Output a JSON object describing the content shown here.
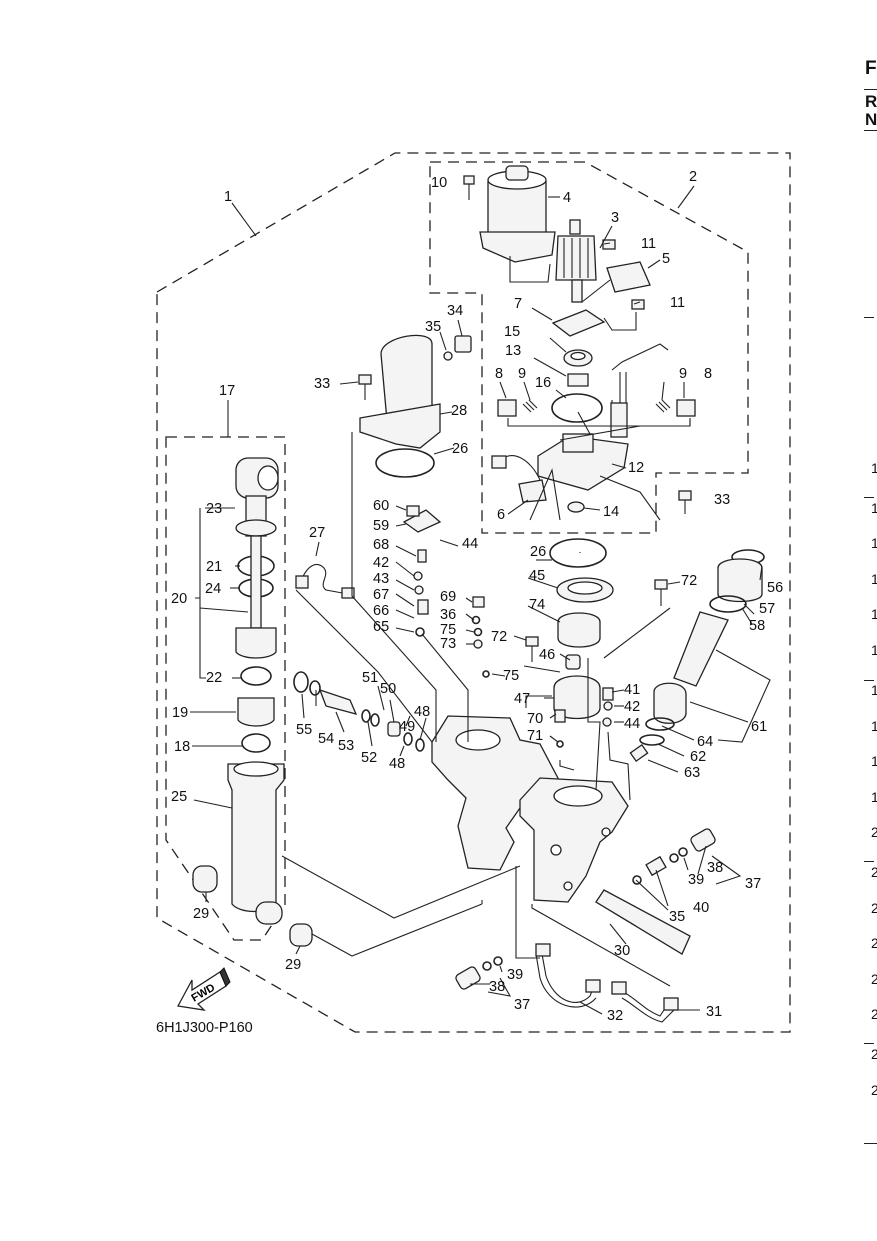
{
  "diagram_code": "6H1J300-P160",
  "fwd_label": "FWD",
  "edge_text": {
    "headers": [
      "F",
      "R",
      "N"
    ],
    "numbers": [
      "1",
      "1",
      "1",
      "1",
      "1",
      "1",
      "1",
      "1",
      "1",
      "1",
      "2",
      "2",
      "2",
      "2",
      "2",
      "2",
      "2",
      "2"
    ]
  },
  "callouts": [
    {
      "n": "1"
    },
    {
      "n": "2"
    },
    {
      "n": "3"
    },
    {
      "n": "4"
    },
    {
      "n": "5"
    },
    {
      "n": "6"
    },
    {
      "n": "7"
    },
    {
      "n": "8"
    },
    {
      "n": "8"
    },
    {
      "n": "9"
    },
    {
      "n": "9"
    },
    {
      "n": "10"
    },
    {
      "n": "11"
    },
    {
      "n": "11"
    },
    {
      "n": "12"
    },
    {
      "n": "13"
    },
    {
      "n": "14"
    },
    {
      "n": "15"
    },
    {
      "n": "16"
    },
    {
      "n": "17"
    },
    {
      "n": "18"
    },
    {
      "n": "19"
    },
    {
      "n": "20"
    },
    {
      "n": "21"
    },
    {
      "n": "22"
    },
    {
      "n": "23"
    },
    {
      "n": "24"
    },
    {
      "n": "25"
    },
    {
      "n": "26"
    },
    {
      "n": "26"
    },
    {
      "n": "27"
    },
    {
      "n": "28"
    },
    {
      "n": "29"
    },
    {
      "n": "29"
    },
    {
      "n": "30"
    },
    {
      "n": "31"
    },
    {
      "n": "32"
    },
    {
      "n": "33"
    },
    {
      "n": "33"
    },
    {
      "n": "34"
    },
    {
      "n": "35"
    },
    {
      "n": "35"
    },
    {
      "n": "36"
    },
    {
      "n": "37"
    },
    {
      "n": "37"
    },
    {
      "n": "38"
    },
    {
      "n": "38"
    },
    {
      "n": "39"
    },
    {
      "n": "39"
    },
    {
      "n": "40"
    },
    {
      "n": "41"
    },
    {
      "n": "42"
    },
    {
      "n": "42"
    },
    {
      "n": "43"
    },
    {
      "n": "44"
    },
    {
      "n": "44"
    },
    {
      "n": "45"
    },
    {
      "n": "46"
    },
    {
      "n": "47"
    },
    {
      "n": "48"
    },
    {
      "n": "48"
    },
    {
      "n": "49"
    },
    {
      "n": "50"
    },
    {
      "n": "51"
    },
    {
      "n": "52"
    },
    {
      "n": "53"
    },
    {
      "n": "54"
    },
    {
      "n": "55"
    },
    {
      "n": "56"
    },
    {
      "n": "57"
    },
    {
      "n": "58"
    },
    {
      "n": "59"
    },
    {
      "n": "60"
    },
    {
      "n": "61"
    },
    {
      "n": "62"
    },
    {
      "n": "63"
    },
    {
      "n": "64"
    },
    {
      "n": "65"
    },
    {
      "n": "66"
    },
    {
      "n": "67"
    },
    {
      "n": "68"
    },
    {
      "n": "69"
    },
    {
      "n": "70"
    },
    {
      "n": "71"
    },
    {
      "n": "72"
    },
    {
      "n": "72"
    },
    {
      "n": "73"
    },
    {
      "n": "74"
    },
    {
      "n": "75"
    },
    {
      "n": "75"
    }
  ]
}
